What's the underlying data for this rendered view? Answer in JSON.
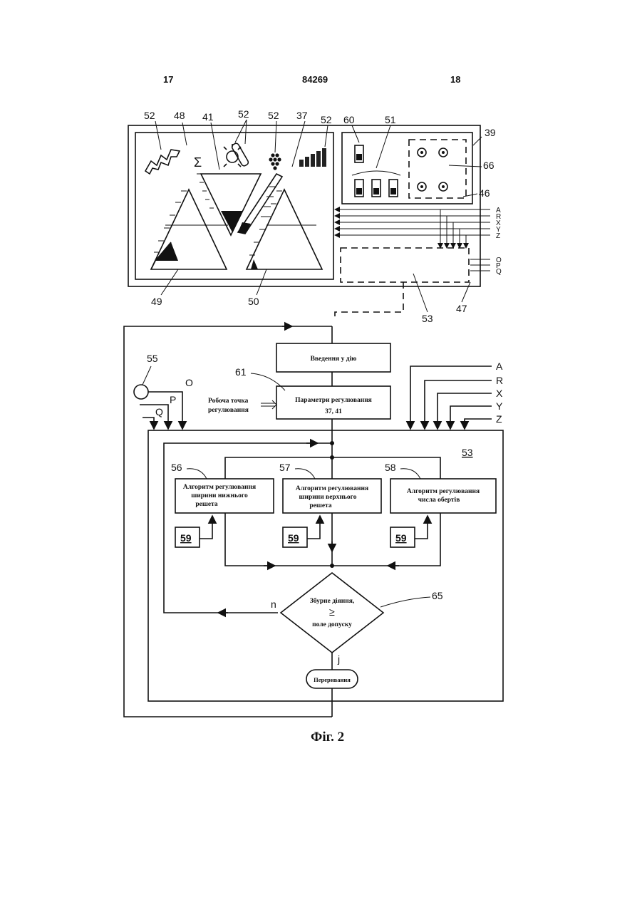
{
  "header": {
    "left": "17",
    "center": "84269",
    "right": "18"
  },
  "top_labels": {
    "l52a": "52",
    "l48": "48",
    "l41": "41",
    "l52b": "52",
    "l52c": "52",
    "l37": "37",
    "l52d": "52",
    "l60": "60",
    "l51": "51",
    "l39": "39",
    "l66": "66",
    "l46": "46",
    "l49": "49",
    "l50": "50",
    "l53a": "53",
    "l47": "47"
  },
  "signals_right": [
    "A",
    "R",
    "X",
    "Y",
    "Z"
  ],
  "signals_opq": [
    "O",
    "P",
    "Q"
  ],
  "sigma": "Σ",
  "flow": {
    "intro": "Введення у дію",
    "params_line1": "Параметри    регулювання",
    "params_line2": "37, 41",
    "workpoint_line1": "Робоча точка",
    "workpoint_line2": "регулювання",
    "l55": "55",
    "l61": "61",
    "lO": "O",
    "lP": "P",
    "lQ": "Q",
    "inputs": [
      "A",
      "R",
      "X",
      "Y",
      "Z"
    ],
    "l53": "53",
    "l56": "56",
    "l57": "57",
    "l58": "58",
    "l59": "59",
    "algo1": [
      "Алгоритм регулювання",
      "ширини нижнього",
      "решета"
    ],
    "algo2": [
      "Алгоритм регулювання",
      "ширини верхнього",
      "решета"
    ],
    "algo3": [
      "Алгоритм регулювання",
      "числа обертів"
    ],
    "decision": [
      "Збурне діяння,",
      "≥",
      "поле допуску"
    ],
    "l65": "65",
    "no": "n",
    "yes": "j",
    "terminate": "Переривання"
  },
  "caption": "Фіг. 2"
}
